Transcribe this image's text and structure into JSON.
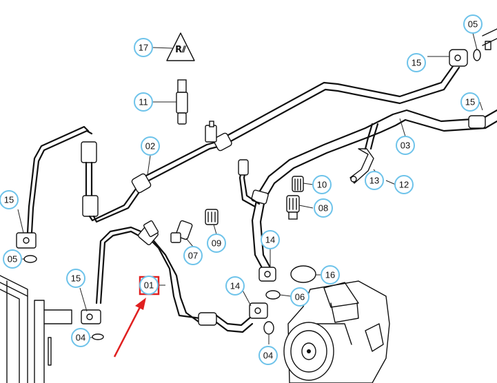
{
  "diagram": {
    "callouts": [
      {
        "id": "c17",
        "label": "17"
      },
      {
        "id": "c11",
        "label": "11"
      },
      {
        "id": "c02",
        "label": "02"
      },
      {
        "id": "c05-top",
        "label": "05"
      },
      {
        "id": "c15-top",
        "label": "15"
      },
      {
        "id": "c15-right",
        "label": "15"
      },
      {
        "id": "c03",
        "label": "03"
      },
      {
        "id": "c13",
        "label": "13"
      },
      {
        "id": "c12",
        "label": "12"
      },
      {
        "id": "c10",
        "label": "10"
      },
      {
        "id": "c08",
        "label": "08"
      },
      {
        "id": "c15-left",
        "label": "15"
      },
      {
        "id": "c05-left",
        "label": "05"
      },
      {
        "id": "c07",
        "label": "07"
      },
      {
        "id": "c09",
        "label": "09"
      },
      {
        "id": "c14-mid",
        "label": "14"
      },
      {
        "id": "c16",
        "label": "16"
      },
      {
        "id": "c15-lower",
        "label": "15"
      },
      {
        "id": "c01",
        "label": "01"
      },
      {
        "id": "c14-low",
        "label": "14"
      },
      {
        "id": "c06",
        "label": "06"
      },
      {
        "id": "c04-left",
        "label": "04"
      },
      {
        "id": "c04-bottom",
        "label": "04"
      }
    ],
    "highlight": {
      "label": "01",
      "color": "#e02020"
    },
    "callout_color": "#6ec3ea"
  }
}
